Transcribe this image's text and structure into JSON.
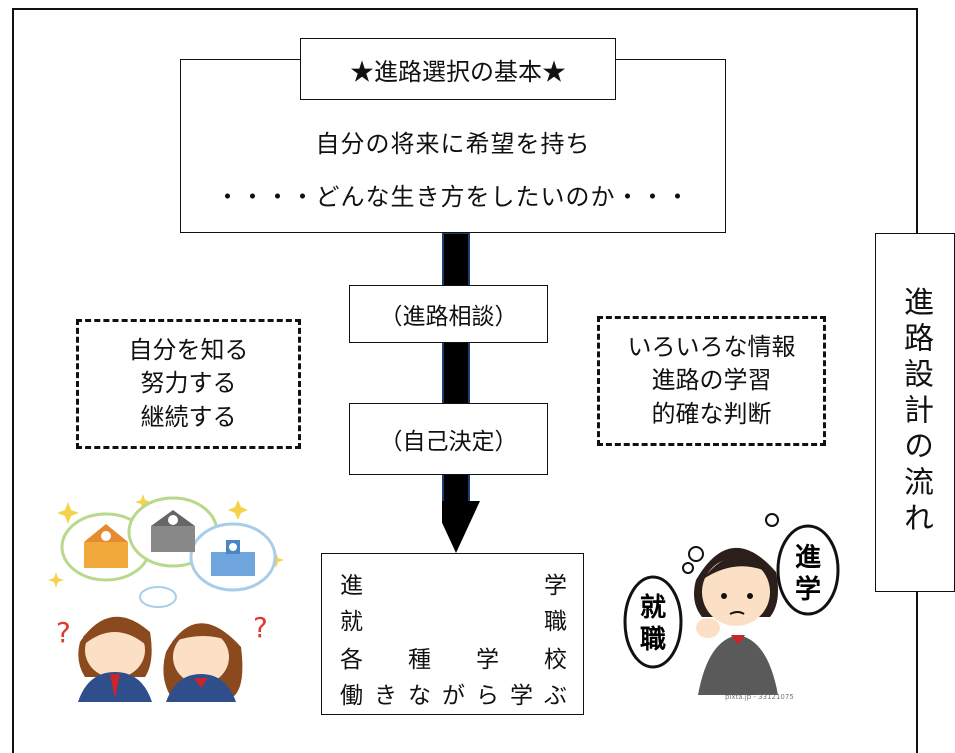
{
  "title": "★進路選択の基本★",
  "main_text": {
    "line1": "自分の将来に希望を持ち",
    "line2": "・・・・どんな生き方をしたいのか・・・"
  },
  "steps": [
    "（進路相談）",
    "（自己決定）"
  ],
  "left_box": [
    "自分を知る",
    "努力する",
    "継続する"
  ],
  "right_box": [
    "いろいろな情報",
    "進路の学習",
    "的確な判断"
  ],
  "results": [
    [
      "進",
      "学"
    ],
    [
      "就",
      "職"
    ],
    [
      "各",
      "種",
      "学",
      "校"
    ],
    [
      "働",
      "き",
      "な",
      "が",
      "ら",
      "学",
      "ぶ"
    ]
  ],
  "side_label": "進路設計の流れ",
  "illustration_right": {
    "bubble_left": "就職",
    "bubble_right": "進学",
    "credit": "pixta.jp - 33121075"
  }
}
